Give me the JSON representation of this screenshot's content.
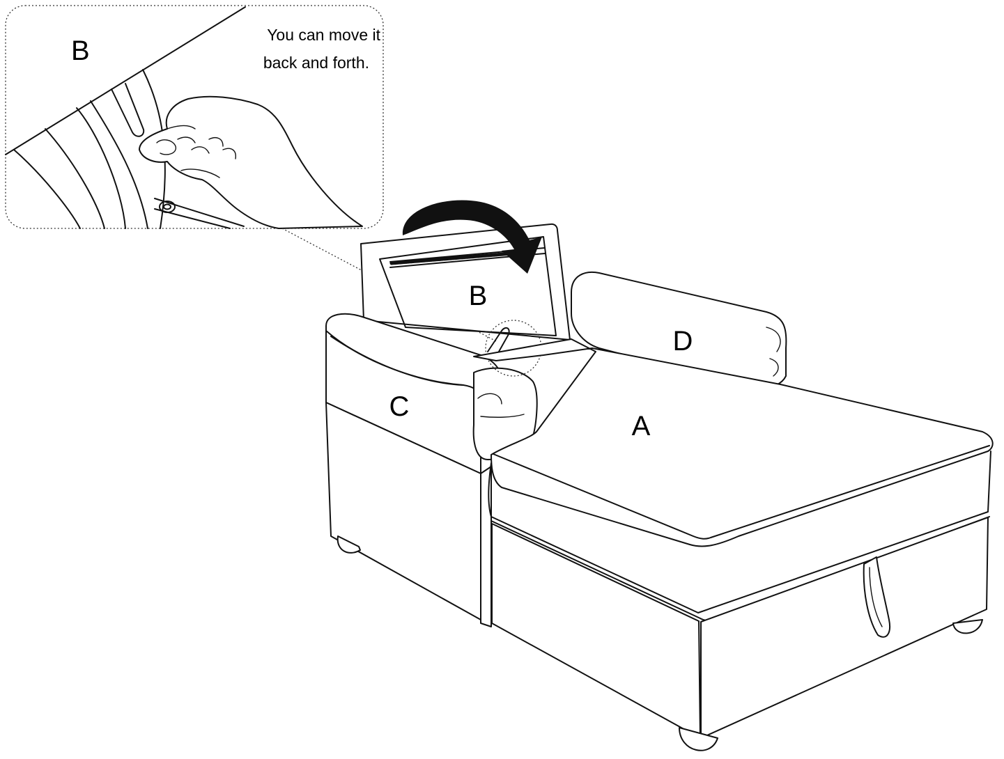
{
  "inset": {
    "label": "B",
    "caption_line1": "You can move it",
    "caption_line2": "back and forth."
  },
  "parts": {
    "a": "A",
    "b": "B",
    "c": "C",
    "d": "D"
  },
  "icons": {
    "hand": "hand-icon",
    "arrow": "curved-arrow-icon"
  }
}
